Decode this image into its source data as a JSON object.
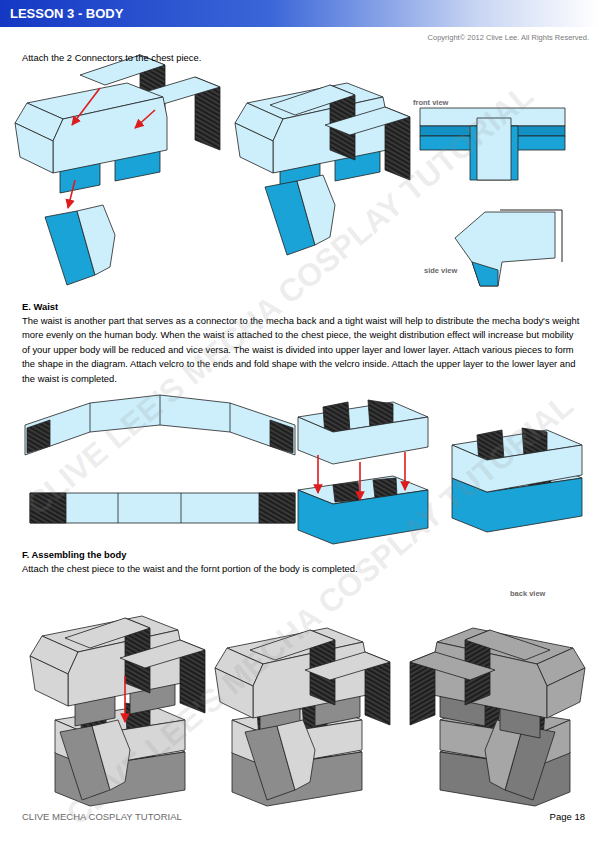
{
  "diagram": {
    "title": "LESSON 3 - BODY",
    "labels": [
      "Copyright© 2012 Clive Lee. All Rights Reserved.",
      "Attach the 2 Connectors to the chest piece.",
      "front view",
      "side view",
      "E. Waist",
      "The waist is another part that serves as a connector to the mecha back and a tight waist will help to distribute the mecha body's weight more evenly on the human body. When the waist is attached to the chest piece, the weight distribution effect will increase but mobility of your upper body will be reduced and vice versa. The waist is divided into upper layer and lower layer. Attach various pieces to form the shape in the diagram. Attach velcro to the ends and fold shape with the velcro inside. Attach the upper layer to the lower layer and the waist is completed.",
      "F. Assembling the body",
      "Attach the chest piece to the waist and the fornt portion of the body is completed.",
      "back view",
      "CLIVE MECHA COSPLAY TUTORIAL",
      "Page 18",
      "CLIVE LEE'S MECHA COSPLAY TUTORIAL",
      "CLIVE LEE'S MECHA COSPLAY TUTORIAL"
    ]
  }
}
